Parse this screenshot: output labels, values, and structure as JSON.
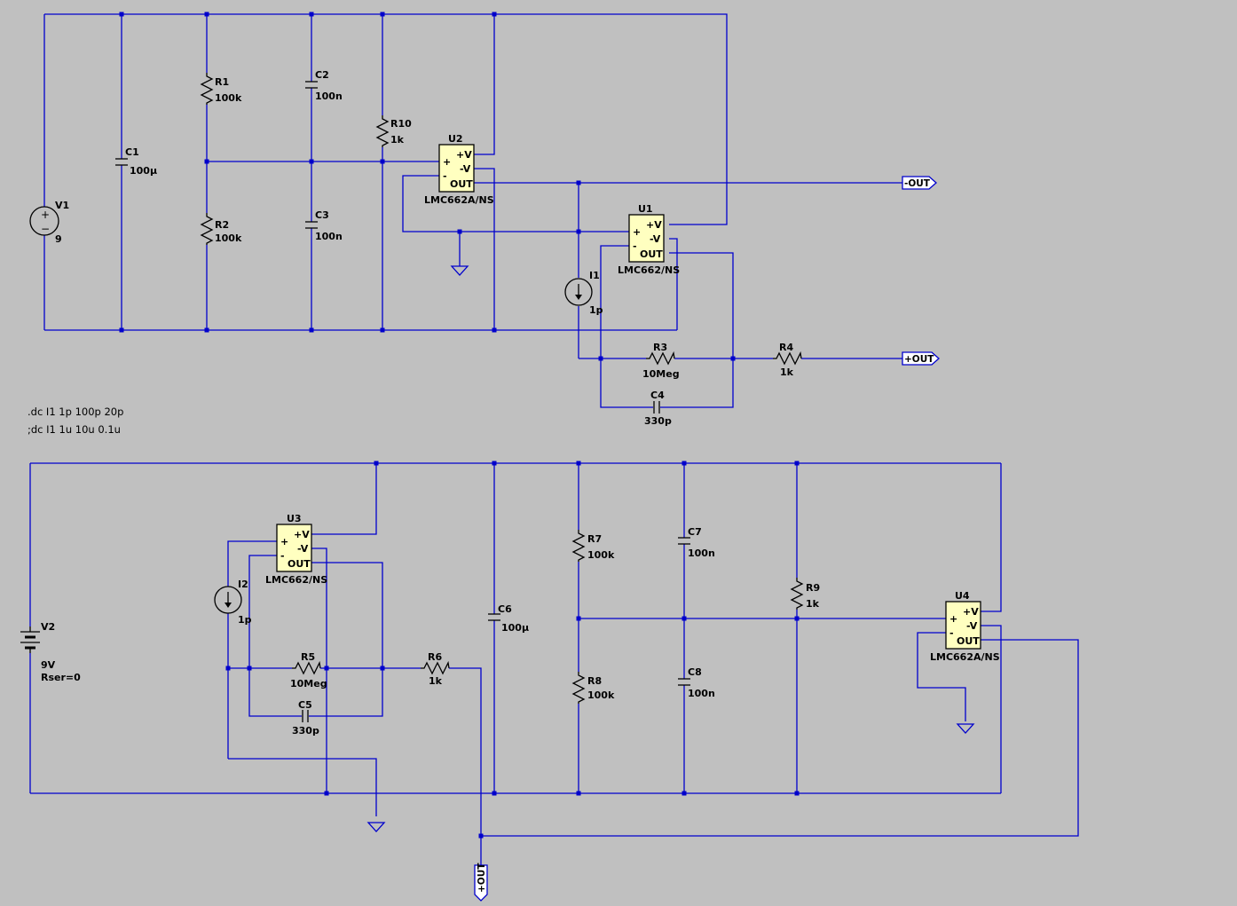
{
  "components": {
    "V1": {
      "ref": "V1",
      "value": "9"
    },
    "C1": {
      "ref": "C1",
      "value": "100µ"
    },
    "R1": {
      "ref": "R1",
      "value": "100k"
    },
    "R2": {
      "ref": "R2",
      "value": "100k"
    },
    "C2": {
      "ref": "C2",
      "value": "100n"
    },
    "C3": {
      "ref": "C3",
      "value": "100n"
    },
    "R10": {
      "ref": "R10",
      "value": "1k"
    },
    "U2": {
      "ref": "U2",
      "model": "LMC662A/NS"
    },
    "U1": {
      "ref": "U1",
      "model": "LMC662/NS"
    },
    "I1": {
      "ref": "I1",
      "value": "1p"
    },
    "R3": {
      "ref": "R3",
      "value": "10Meg"
    },
    "R4": {
      "ref": "R4",
      "value": "1k"
    },
    "C4": {
      "ref": "C4",
      "value": "330p"
    },
    "V2": {
      "ref": "V2",
      "value": "9V",
      "param": "Rser=0"
    },
    "U3": {
      "ref": "U3",
      "model": "LMC662/NS"
    },
    "I2": {
      "ref": "I2",
      "value": "1p"
    },
    "R5": {
      "ref": "R5",
      "value": "10Meg"
    },
    "C5": {
      "ref": "C5",
      "value": "330p"
    },
    "R6": {
      "ref": "R6",
      "value": "1k"
    },
    "C6": {
      "ref": "C6",
      "value": "100µ"
    },
    "R7": {
      "ref": "R7",
      "value": "100k"
    },
    "R8": {
      "ref": "R8",
      "value": "100k"
    },
    "C7": {
      "ref": "C7",
      "value": "100n"
    },
    "C8": {
      "ref": "C8",
      "value": "100n"
    },
    "R9": {
      "ref": "R9",
      "value": "1k"
    },
    "U4": {
      "ref": "U4",
      "model": "LMC662A/NS"
    }
  },
  "pins": {
    "vplus": "+V",
    "vminus": "-V",
    "out": "OUT",
    "plus": "+",
    "minus": "-"
  },
  "polarity": {
    "plus": "+",
    "minus": "−"
  },
  "netlabels": {
    "out_neg": "-OUT",
    "out_pos_1": "+OUT",
    "out_pos_2": "+OUT"
  },
  "directives": {
    "line1": ".dc I1 1p 100p 20p",
    "line2": ";dc I1 1u 10u 0.1u"
  },
  "colors": {
    "background": "#c0c0c0",
    "wire": "#0000cc",
    "opamp_fill": "#ffffc0"
  }
}
